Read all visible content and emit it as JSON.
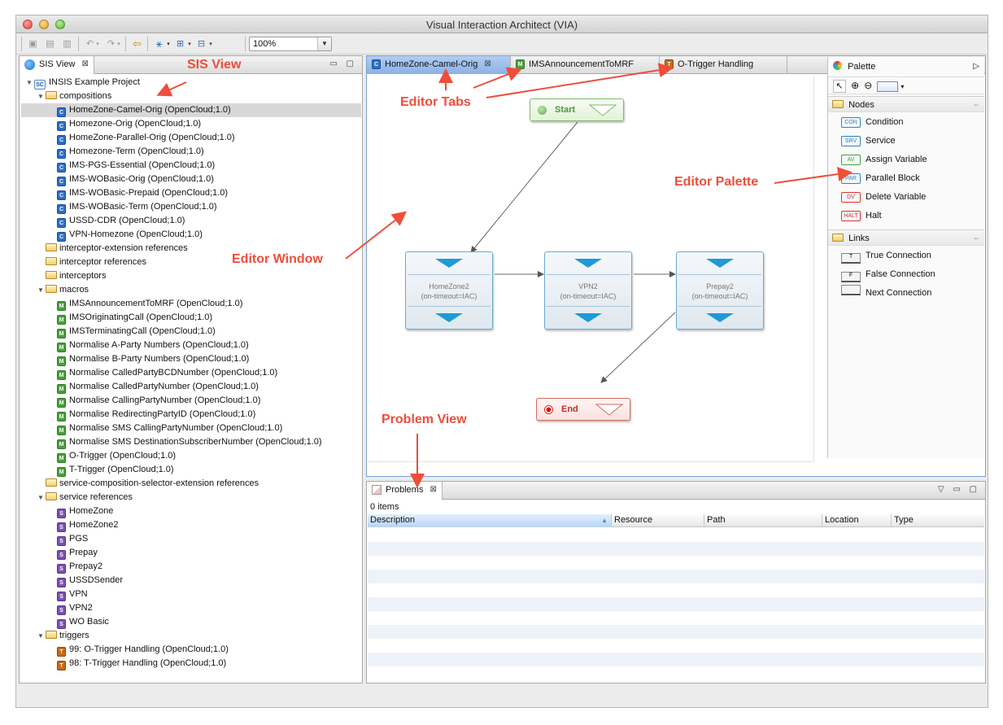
{
  "window": {
    "title": "Visual Interaction Architect (VIA)"
  },
  "toolbar": {
    "zoom": "100%"
  },
  "sis_view": {
    "tab_label": "SIS View",
    "tree": [
      {
        "label": "INSIS Example Project",
        "level": 0,
        "kind": "project",
        "expanded": true
      },
      {
        "label": "compositions",
        "level": 1,
        "kind": "folder",
        "expanded": true
      },
      {
        "label": "HomeZone-Camel-Orig (OpenCloud;1.0)",
        "level": 2,
        "kind": "composition",
        "selected": true
      },
      {
        "label": "Homezone-Orig (OpenCloud;1.0)",
        "level": 2,
        "kind": "composition"
      },
      {
        "label": "HomeZone-Parallel-Orig (OpenCloud;1.0)",
        "level": 2,
        "kind": "composition"
      },
      {
        "label": "Homezone-Term (OpenCloud;1.0)",
        "level": 2,
        "kind": "composition"
      },
      {
        "label": "IMS-PGS-Essential (OpenCloud;1.0)",
        "level": 2,
        "kind": "composition"
      },
      {
        "label": "IMS-WOBasic-Orig (OpenCloud;1.0)",
        "level": 2,
        "kind": "composition"
      },
      {
        "label": "IMS-WOBasic-Prepaid (OpenCloud;1.0)",
        "level": 2,
        "kind": "composition"
      },
      {
        "label": "IMS-WOBasic-Term (OpenCloud;1.0)",
        "level": 2,
        "kind": "composition"
      },
      {
        "label": "USSD-CDR (OpenCloud;1.0)",
        "level": 2,
        "kind": "composition"
      },
      {
        "label": "VPN-Homezone (OpenCloud;1.0)",
        "level": 2,
        "kind": "composition"
      },
      {
        "label": "interceptor-extension references",
        "level": 1,
        "kind": "folder"
      },
      {
        "label": "interceptor references",
        "level": 1,
        "kind": "folder"
      },
      {
        "label": "interceptors",
        "level": 1,
        "kind": "folder"
      },
      {
        "label": "macros",
        "level": 1,
        "kind": "folder",
        "expanded": true
      },
      {
        "label": "IMSAnnouncementToMRF (OpenCloud;1.0)",
        "level": 2,
        "kind": "macro"
      },
      {
        "label": "IMSOriginatingCall (OpenCloud;1.0)",
        "level": 2,
        "kind": "macro"
      },
      {
        "label": "IMSTerminatingCall (OpenCloud;1.0)",
        "level": 2,
        "kind": "macro"
      },
      {
        "label": "Normalise A-Party Numbers (OpenCloud;1.0)",
        "level": 2,
        "kind": "macro"
      },
      {
        "label": "Normalise B-Party Numbers (OpenCloud;1.0)",
        "level": 2,
        "kind": "macro"
      },
      {
        "label": "Normalise CalledPartyBCDNumber (OpenCloud;1.0)",
        "level": 2,
        "kind": "macro"
      },
      {
        "label": "Normalise CalledPartyNumber (OpenCloud;1.0)",
        "level": 2,
        "kind": "macro"
      },
      {
        "label": "Normalise CallingPartyNumber (OpenCloud;1.0)",
        "level": 2,
        "kind": "macro"
      },
      {
        "label": "Normalise RedirectingPartyID (OpenCloud;1.0)",
        "level": 2,
        "kind": "macro"
      },
      {
        "label": "Normalise SMS CallingPartyNumber (OpenCloud;1.0)",
        "level": 2,
        "kind": "macro"
      },
      {
        "label": "Normalise SMS DestinationSubscriberNumber (OpenCloud;1.0)",
        "level": 2,
        "kind": "macro"
      },
      {
        "label": "O-Trigger (OpenCloud;1.0)",
        "level": 2,
        "kind": "macro"
      },
      {
        "label": "T-Trigger (OpenCloud;1.0)",
        "level": 2,
        "kind": "macro"
      },
      {
        "label": "service-composition-selector-extension references",
        "level": 1,
        "kind": "folder"
      },
      {
        "label": "service references",
        "level": 1,
        "kind": "folder",
        "expanded": true
      },
      {
        "label": "HomeZone",
        "level": 2,
        "kind": "service"
      },
      {
        "label": "HomeZone2",
        "level": 2,
        "kind": "service"
      },
      {
        "label": "PGS",
        "level": 2,
        "kind": "service"
      },
      {
        "label": "Prepay",
        "level": 2,
        "kind": "service"
      },
      {
        "label": "Prepay2",
        "level": 2,
        "kind": "service"
      },
      {
        "label": "USSDSender",
        "level": 2,
        "kind": "service"
      },
      {
        "label": "VPN",
        "level": 2,
        "kind": "service"
      },
      {
        "label": "VPN2",
        "level": 2,
        "kind": "service"
      },
      {
        "label": "WO Basic",
        "level": 2,
        "kind": "service"
      },
      {
        "label": "triggers",
        "level": 1,
        "kind": "folder",
        "expanded": true
      },
      {
        "label": "99: O-Trigger Handling (OpenCloud;1.0)",
        "level": 2,
        "kind": "trigger"
      },
      {
        "label": "98: T-Trigger Handling (OpenCloud;1.0)",
        "level": 2,
        "kind": "trigger"
      }
    ]
  },
  "editor": {
    "tabs": [
      {
        "label": "HomeZone-Camel-Orig",
        "icon": "composition",
        "active": true
      },
      {
        "label": "IMSAnnouncementToMRF",
        "icon": "macro"
      },
      {
        "label": "O-Trigger Handling",
        "icon": "trigger"
      }
    ],
    "diagram": {
      "start_label": "Start",
      "end_label": "End",
      "nodes": [
        {
          "name": "HomeZone2",
          "detail": "(on-timeout=IAC)"
        },
        {
          "name": "VPN2",
          "detail": "(on-timeout=IAC)"
        },
        {
          "name": "Prepay2",
          "detail": "(on-timeout=IAC)"
        }
      ]
    }
  },
  "palette": {
    "title": "Palette",
    "nodes_section": "Nodes",
    "nodes": [
      {
        "label": "Condition",
        "badge": "CON",
        "color": "#2f86b5"
      },
      {
        "label": "Service",
        "badge": "SRV",
        "color": "#2f86b5"
      },
      {
        "label": "Assign Variable",
        "badge": "AV",
        "color": "#49a03c"
      },
      {
        "label": "Parallel Block",
        "badge": "PAR",
        "color": "#2f86b5"
      },
      {
        "label": "Delete Variable",
        "badge": "DV",
        "color": "#d33"
      },
      {
        "label": "Halt",
        "badge": "HALT",
        "color": "#d33"
      }
    ],
    "links_section": "Links",
    "links": [
      {
        "label": "True Connection",
        "badge": "T"
      },
      {
        "label": "False Connection",
        "badge": "F"
      },
      {
        "label": "Next Connection",
        "badge": ""
      }
    ]
  },
  "problems": {
    "tab_label": "Problems",
    "count": "0 items",
    "columns": [
      "Description",
      "Resource",
      "Path",
      "Location",
      "Type"
    ]
  },
  "annotations": {
    "sis_view": "SIS View",
    "editor_tabs": "Editor Tabs",
    "editor_palette": "Editor Palette",
    "editor_window": "Editor Window",
    "problem_view": "Problem View",
    "color": "#ee4e3a"
  }
}
